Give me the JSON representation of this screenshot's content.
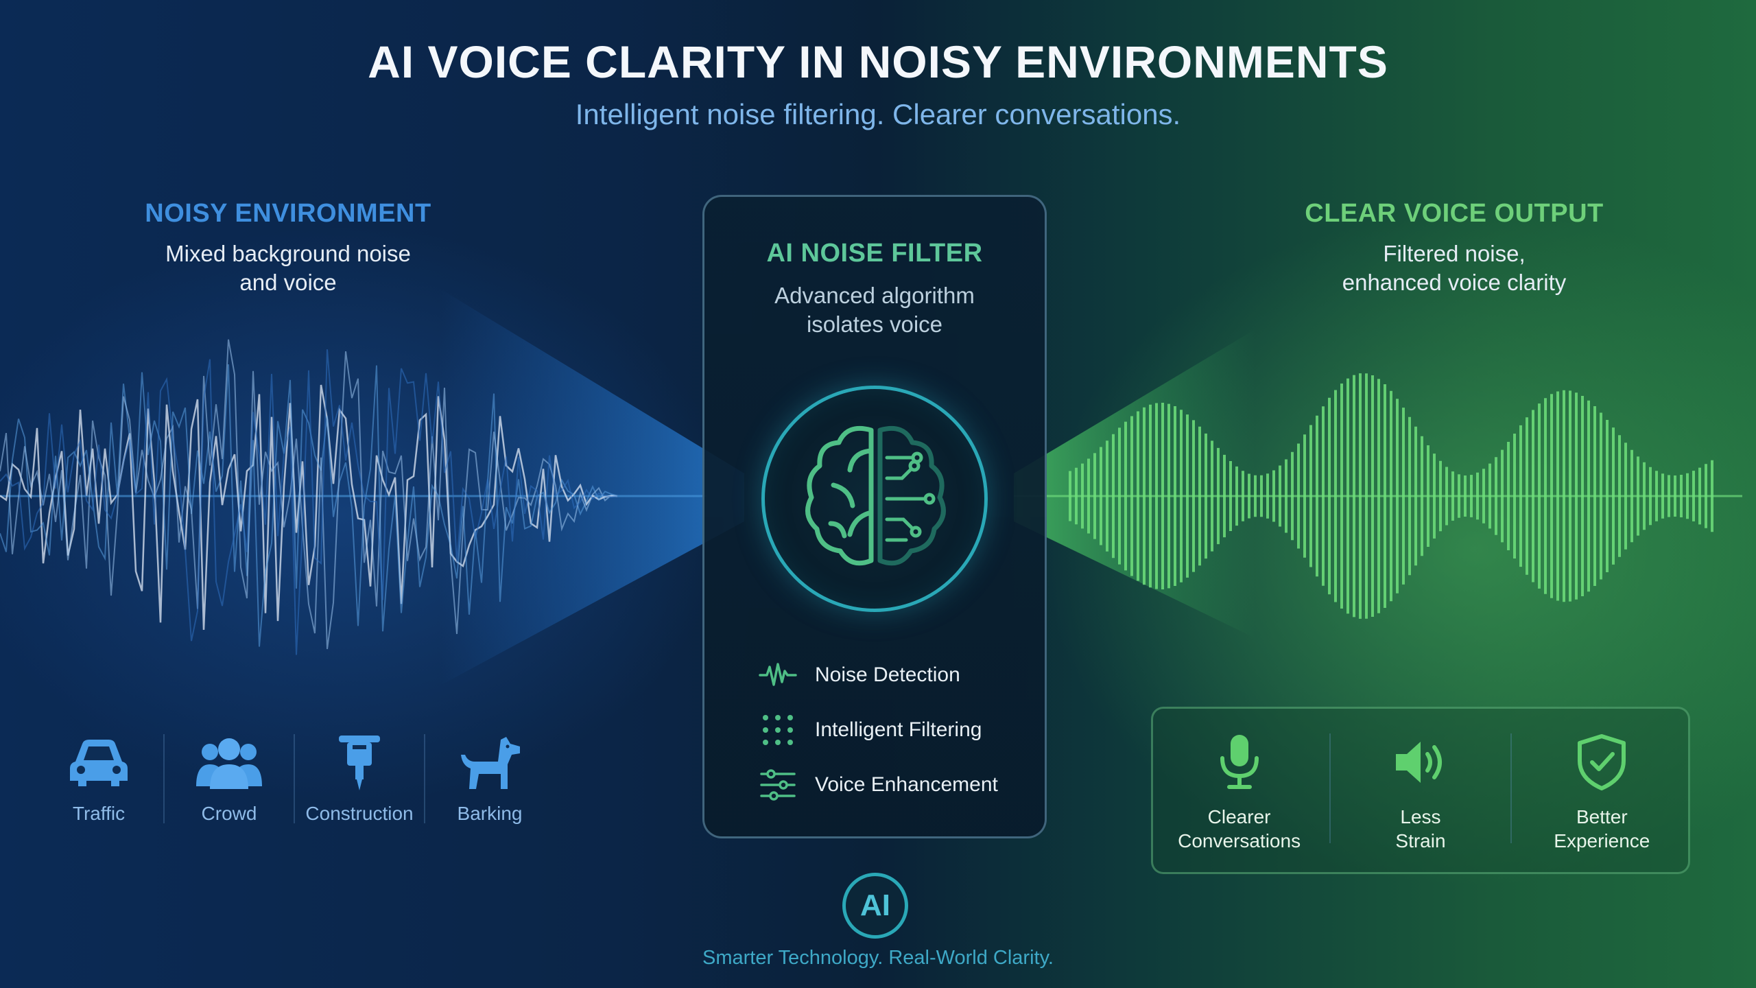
{
  "header": {
    "title": "AI VOICE CLARITY IN NOISY ENVIRONMENTS",
    "subtitle": "Intelligent noise filtering. Clearer conversations."
  },
  "noisy": {
    "heading": "NOISY ENVIRONMENT",
    "description_line1": "Mixed background noise",
    "description_line2": "and voice",
    "sources": [
      {
        "label": "Traffic",
        "icon": "car-icon"
      },
      {
        "label": "Crowd",
        "icon": "crowd-icon"
      },
      {
        "label": "Construction",
        "icon": "jackhammer-icon"
      },
      {
        "label": "Barking",
        "icon": "dog-icon"
      }
    ]
  },
  "filter": {
    "heading": "AI NOISE FILTER",
    "description_line1": "Advanced algorithm",
    "description_line2": "isolates voice",
    "features": [
      {
        "label": "Noise Detection",
        "icon": "waveform-icon"
      },
      {
        "label": "Intelligent Filtering",
        "icon": "dots-grid-icon"
      },
      {
        "label": "Voice Enhancement",
        "icon": "sliders-icon"
      }
    ]
  },
  "clear": {
    "heading": "CLEAR VOICE OUTPUT",
    "description_line1": "Filtered noise,",
    "description_line2": "enhanced voice clarity",
    "benefits": [
      {
        "line1": "Clearer",
        "line2": "Conversations",
        "icon": "microphone-icon"
      },
      {
        "line1": "Less",
        "line2": "Strain",
        "icon": "speaker-icon"
      },
      {
        "line1": "Better",
        "line2": "Experience",
        "icon": "shield-check-icon"
      }
    ]
  },
  "footer": {
    "badge": "AI",
    "tagline": "Smarter Technology. Real-World Clarity."
  },
  "colors": {
    "noisy_accent": "#3f8fdf",
    "clear_accent": "#6ed07a",
    "filter_accent": "#5ec79a",
    "ring": "#2aa8b7"
  }
}
